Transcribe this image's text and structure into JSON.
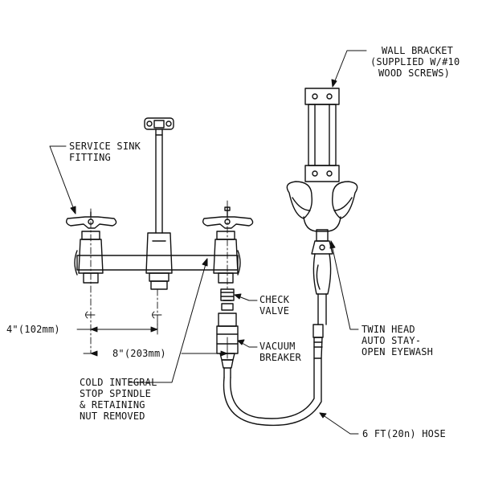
{
  "labels": {
    "wall_bracket": [
      "WALL BRACKET",
      "(SUPPLIED W/#10",
      "WOOD SCREWS)"
    ],
    "service_sink": [
      "SERVICE SINK",
      "FITTING"
    ],
    "check_valve": [
      "CHECK",
      "VALVE"
    ],
    "vacuum_breaker": [
      "VACUUM",
      "BREAKER"
    ],
    "twin_head": [
      "TWIN HEAD",
      "AUTO STAY-",
      "OPEN EYEWASH"
    ],
    "cold_integral": [
      "COLD INTEGRAL",
      "STOP SPINDLE",
      "& RETAINING",
      "NUT REMOVED"
    ],
    "hose": "6 FT(20n) HOSE",
    "dim_4in": "4\"(102mm)",
    "dim_8in": "8\"(203mm)"
  },
  "colors": {
    "line": "#111111",
    "background": "#ffffff"
  }
}
